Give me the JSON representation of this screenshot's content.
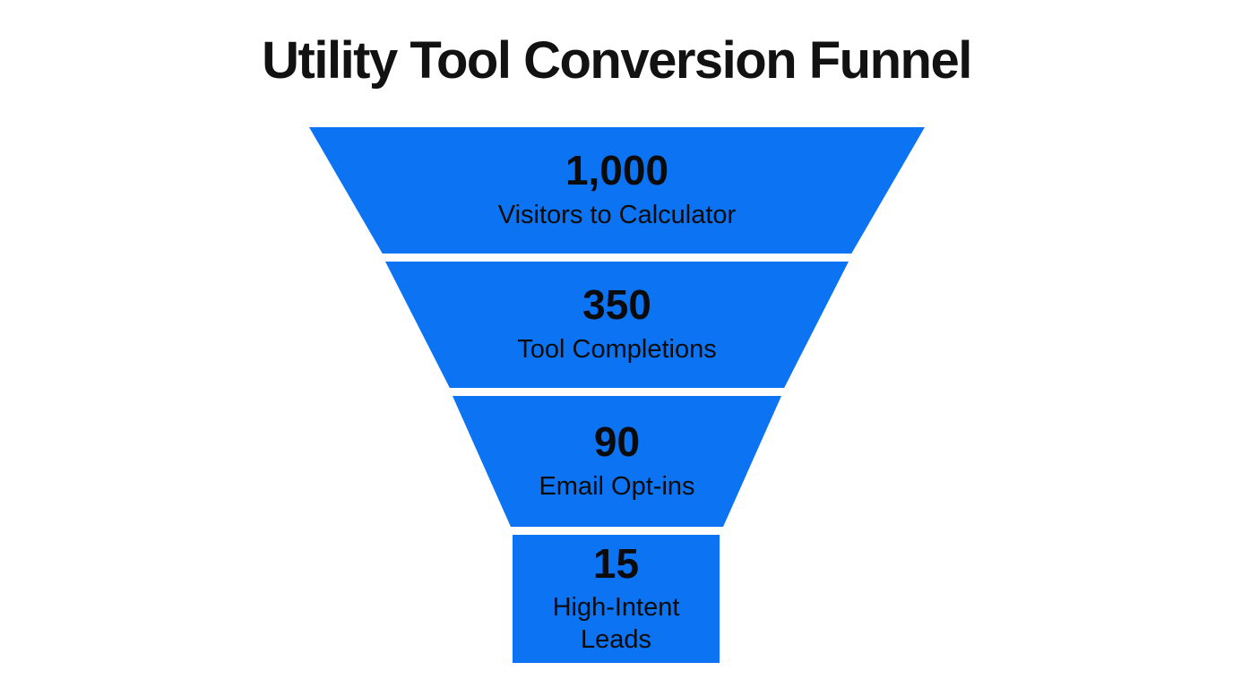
{
  "page": {
    "background_color": "#ffffff",
    "text_color": "#121212"
  },
  "chart_data": {
    "type": "funnel",
    "title": "Utility Tool Conversion Funnel",
    "funnel_color": "#0c74f3",
    "layout": {
      "direction": "top-down",
      "stage_gap": true,
      "legend": "none",
      "grid": false
    },
    "stages": [
      {
        "value": "1,000",
        "numeric": 1000,
        "label": "Visitors to Calculator"
      },
      {
        "value": "350",
        "numeric": 350,
        "label": "Tool Completions"
      },
      {
        "value": "90",
        "numeric": 90,
        "label": "Email Opt-ins"
      },
      {
        "value": "15",
        "numeric": 15,
        "label": "High-Intent Leads"
      }
    ]
  }
}
